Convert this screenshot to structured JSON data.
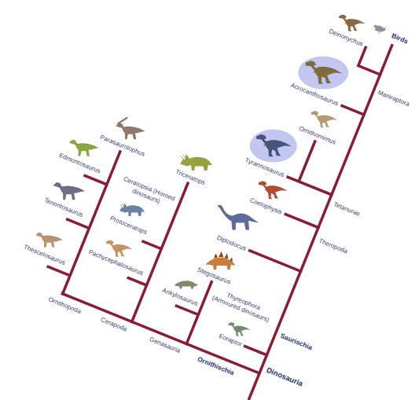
{
  "diagram": {
    "labels": [
      "Parasaurolophus",
      "Edmontosaurus",
      "Tenontosaurus",
      "Thescelosaurus",
      "Ornithopoda",
      "Triceratops",
      "Protoceratops",
      "Ceratopsia (Horned dinosaurs)",
      "Pachycephalosaurus",
      "Diplodocus",
      "Stegosaurus",
      "Ankylosaurus",
      "Thyreophora (Armoured dinosaurs)",
      "Eoraptor",
      "Cerapoda",
      "Genasauria",
      "Ornithischia",
      "Saurischia",
      "Dinosauria",
      "Coelophysis",
      "Theropoda",
      "Tetanurae",
      "Tyrannosaurus",
      "Ornithomimus",
      "Acrocanthosaurus",
      "Deinonychus",
      "Birds",
      "Maniraptora"
    ]
  }
}
